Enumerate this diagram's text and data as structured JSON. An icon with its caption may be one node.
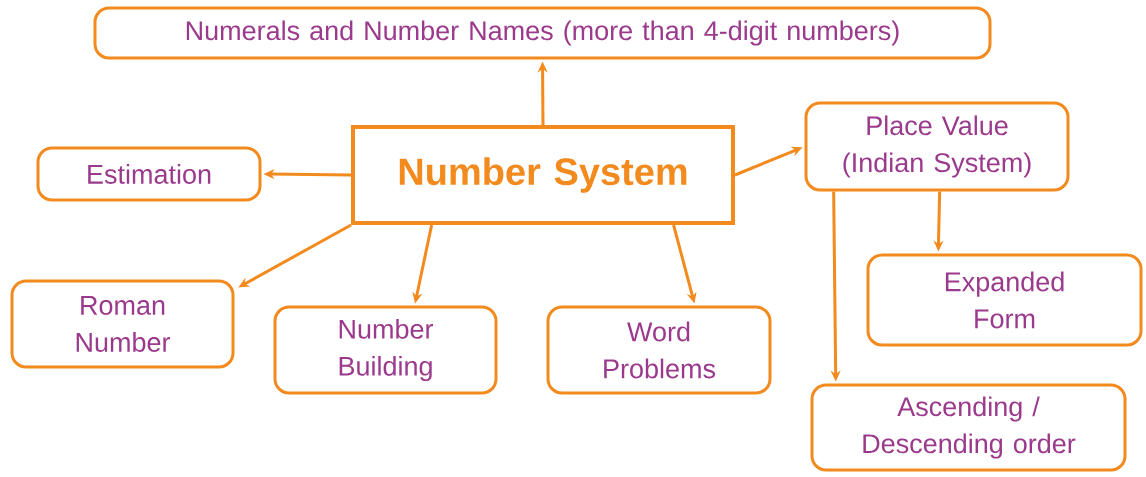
{
  "diagram": {
    "nodes": [
      {
        "text": [
          "Number System"
        ]
      },
      {
        "text": [
          "Numerals and Number Names (more than 4-digit numbers)"
        ]
      },
      {
        "text": [
          "Estimation"
        ]
      },
      {
        "text": [
          "Place Value (Indian System)"
        ]
      },
      {
        "text": [
          "Roman Number"
        ]
      },
      {
        "text": [
          "Number Building"
        ]
      },
      {
        "text": [
          "Word Problems"
        ]
      },
      {
        "text": [
          "Expanded Form"
        ]
      },
      {
        "text": [
          "Ascending / Descending order"
        ]
      }
    ],
    "edges": [
      {
        "from": 0,
        "to": 1,
        "arrow": "to"
      },
      {
        "from": 0,
        "to": 2,
        "arrow": "to"
      },
      {
        "from": 0,
        "to": 3,
        "arrow": "to"
      },
      {
        "from": 0,
        "to": 4,
        "arrow": "to"
      },
      {
        "from": 0,
        "to": 5,
        "arrow": "to"
      },
      {
        "from": 0,
        "to": 6,
        "arrow": "to"
      },
      {
        "from": 3,
        "to": 7,
        "arrow": "to"
      },
      {
        "from": 3,
        "to": 8,
        "arrow": "to"
      }
    ]
  }
}
